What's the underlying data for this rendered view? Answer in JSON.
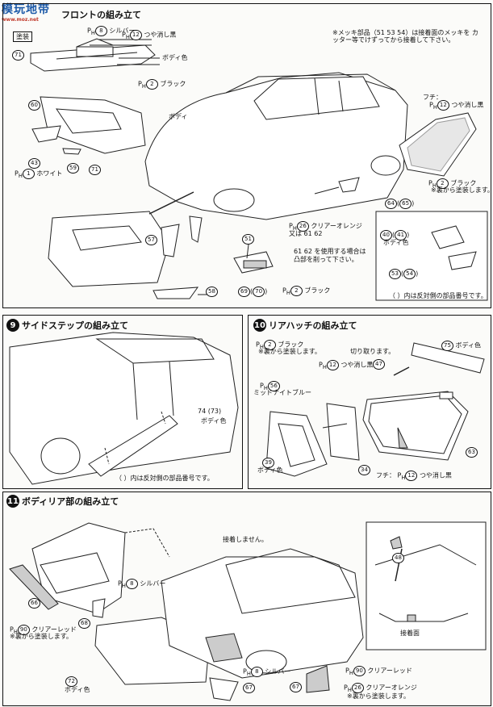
{
  "watermark": {
    "name": "模玩地带",
    "url": "www.moz.net"
  },
  "sections": {
    "front": {
      "title": "フロントの組み立て",
      "paint_badge": "塗装",
      "labels": {
        "silver": "シルバー",
        "matte_black_top": "つや消し黒",
        "body_color_71": "ボディ色",
        "black_71": "ブラック",
        "body": "ボディ",
        "white": "ホワイト",
        "chrome_note": "※メッキ部品（51 53 54）は接着面のメッキを カッター等でけずってから接着して下さい。",
        "fuchi": "フチ：",
        "matte_black_fuchi": "つや消し黒",
        "black_glass": "ブラック",
        "back_paint": "※裏から塗装します。",
        "clear_orange": "クリアーオレンジ",
        "or_61_62": "又は 61 62",
        "when_using": "61 62 を使用する場合は",
        "open_holes": "凸部を削って下さい。",
        "body_color_40": "ボディ色",
        "black_bottom": "ブラック",
        "reverse_note": "（ ）内は反対側の部品番号です。"
      },
      "parts": [
        "71",
        "60",
        "43",
        "59",
        "71",
        "57",
        "51",
        "58",
        "69",
        "70",
        "64",
        "65",
        "40",
        "41",
        "53",
        "54"
      ],
      "paint_codes": [
        "8",
        "12",
        "2",
        "1",
        "2",
        "26",
        "2"
      ]
    },
    "side": {
      "step": "9",
      "title": "サイドステップの組み立て",
      "labels": {
        "part": "74 (73)",
        "body_color": "ボディ色",
        "reverse_note": "（ ）内は反対側の部品番号です。"
      }
    },
    "rear_hatch": {
      "step": "10",
      "title": "リアハッチの組み立て",
      "labels": {
        "black": "ブラック",
        "back_paint": "※裏から塗装します。",
        "cut": "切り取ります。",
        "matte_black": "つや消し黒",
        "midnight_blue": "ミッドナイトブルー",
        "body_color_75": "ボディ色",
        "body_color_39": "ボディ色",
        "fuchi": "フチ：",
        "matte_black_2": "つや消し黒"
      },
      "parts": [
        "75",
        "47",
        "39",
        "34",
        "63"
      ]
    },
    "rear_body": {
      "step": "11",
      "title": "ボディリア部の組み立て",
      "labels": {
        "not_glued": "接着しません。",
        "silver": "シルバー",
        "clear_red": "クリアーレッド",
        "back_paint": "※裏から塗装します。",
        "body_color": "ボディ色",
        "silver_2": "シルバー",
        "glue_face": "接着面",
        "clear_red_2": "クリアーレッド",
        "clear_orange": "クリアーオレンジ",
        "back_paint_2": "※裏から塗装します。"
      },
      "parts": [
        "66",
        "68",
        "72",
        "67",
        "48",
        "67"
      ]
    }
  }
}
